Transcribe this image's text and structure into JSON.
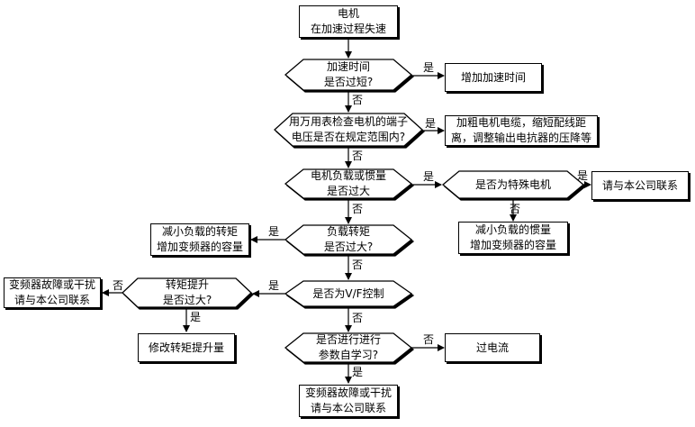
{
  "nodes": {
    "start": "电机\n在加速过程失速",
    "d_accel_time": "加速时间\n是否过短?",
    "increase_accel_time": "增加加速时间",
    "d_terminal_voltage": "用万用表检查电机的端子\n电压是否在规定范围内?",
    "thicken_cable": "加粗电机电缆，缩短配线距\n离，调整输出电抗器的压降等",
    "d_load_inertia": "电机负载或惯量\n是否过大",
    "d_special_motor": "是否为特殊电机",
    "contact_company_1": "请与本公司联系",
    "reduce_inertia": "减小负载的惯量\n增加变频器的容量",
    "d_load_torque": "负载转矩\n是否过大?",
    "reduce_torque": "减小负载的转矩\n增加变频器的容量",
    "d_vf_control": "是否为V/F控制",
    "d_torque_boost": "转矩提升\n是否过大?",
    "fault_contact_left": "变频器故障或干扰\n请与本公司联系",
    "modify_torque_boost": "修改转矩提升量",
    "d_self_learning": "是否进行进行\n参数自学习?",
    "overcurrent": "过电流",
    "fault_contact_bottom": "变频器故障或干扰\n请与本公司联系"
  },
  "edge_labels": {
    "yes": "是",
    "no": "否"
  }
}
